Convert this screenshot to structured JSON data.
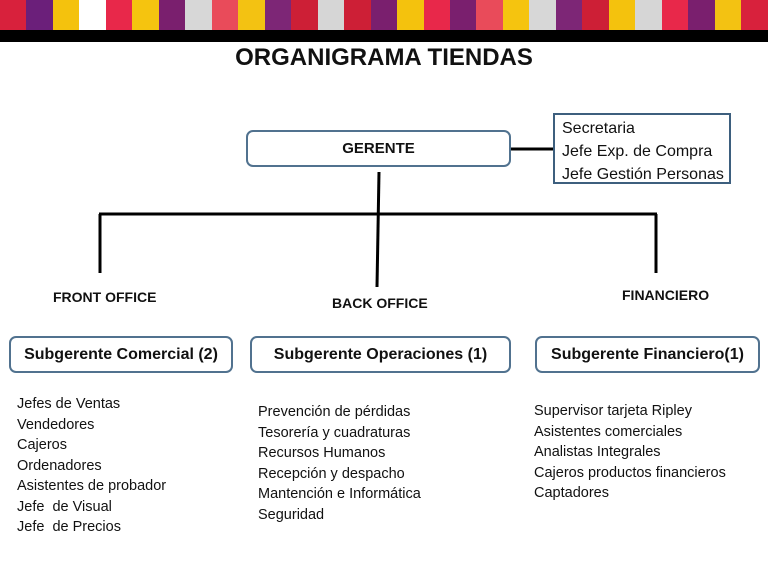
{
  "stripe_colors": [
    "#d8213c",
    "#6b1f7a",
    "#f4c20d",
    "#ffffff",
    "#e8284a",
    "#f5c40f",
    "#7a1f6e",
    "#d7d7d7",
    "#e94b5a",
    "#f3c212",
    "#7d2676",
    "#cd1f36",
    "#d6d6d6",
    "#cd1f36",
    "#7a1f6e",
    "#f4c20d",
    "#e8284a",
    "#7a1f6e",
    "#e94b5a",
    "#f5c40f",
    "#d7d7d7",
    "#7d2676",
    "#cd1f36",
    "#f4c20d",
    "#d6d6d6",
    "#e8284a",
    "#7a1f6e",
    "#f3c212",
    "#d8213c"
  ],
  "title": "ORGANIGRAMA TIENDAS",
  "gerente": "GERENTE",
  "staff": [
    "Secretaria",
    "Jefe Exp. de Compra",
    "Jefe Gestión Personas"
  ],
  "departments": [
    {
      "name": "FRONT OFFICE",
      "head": "Subgerente Comercial (2)",
      "roles": [
        "Jefes de Ventas",
        "Vendedores",
        "Cajeros",
        "Ordenadores",
        "Asistentes de probador",
        "Jefe  de Visual",
        "Jefe  de Precios"
      ]
    },
    {
      "name": "BACK OFFICE",
      "head": "Subgerente Operaciones (1)",
      "roles": [
        "Prevención de pérdidas",
        "Tesorería y cuadraturas",
        "Recursos Humanos",
        "Recepción y despacho",
        "Mantención e Informática",
        "Seguridad"
      ]
    },
    {
      "name": "FINANCIERO",
      "head": "Subgerente Financiero(1)",
      "roles": [
        "Supervisor tarjeta Ripley",
        "Asistentes comerciales",
        "Analistas Integrales",
        "Cajeros productos financieros",
        "Captadores"
      ]
    }
  ]
}
